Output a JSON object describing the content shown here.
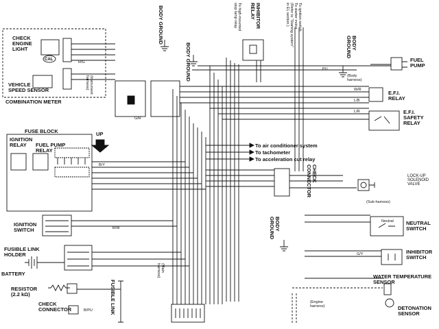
{
  "labels": {
    "check_engine_light": "CHECK\nENGINE\nLIGHT",
    "cal": "CAL",
    "vehicle_speed_sensor": "VEHICLE\nSPEED SENSOR",
    "combination_meter": "COMBINATION METER",
    "body_ground_1": "BODY GROUND",
    "body_ground_2": "BODY GROUND",
    "instrument_harness": "(Instrument\nharness)",
    "stop_lamp_relay": "To high-mounted\nstop lamp relay",
    "inhibitor_relay": "INHIBITOR\nRELAY",
    "ignition_switch_note": "To ignition switch\nTo starter motor\n(Refer to \"Starting system\"\nin EL section.)",
    "body_ground_3": "BODY\nGROUND",
    "body_harness": "(Body\nharness)",
    "fuel_pump": "FUEL\nPUMP",
    "efi_relay": "E.F.I.\nRELAY",
    "efi_safety_relay": "E.F.I.\nSAFETY\nRELAY",
    "fuse_block": "FUSE BLOCK",
    "ignition_relay": "IGNITION\nRELAY",
    "fuel_pump_relay": "FUEL PUMP\nRELAY",
    "up": "UP",
    "to_air_conditioner": "To air conditioner system",
    "to_tachometer": "To tachometer",
    "to_acceleration_cut": "To acceleration cut relay",
    "check_connector_vertical": "CHECK\nCONNECTOR",
    "lockup_solenoid": "LOCK-UP\nSOLENOID\nVALVE",
    "sub_harness": "(Sub-harness)",
    "ignition_switch": "IGNITION\nSWITCH",
    "body_ground_4": "BODY\nGROUND",
    "neutral": "Neutral",
    "neutral_switch": "NEUTRAL\nSWITCH",
    "fusible_link_holder": "FUSIBLE LINK\nHOLDER",
    "battery": "BATTERY",
    "inhibitor_switch": "INHIBITOR\nSWITCH",
    "main_harness": "(Main\nharness)",
    "water_temperature_sensor": "WATER TEMPERATURE\nSENSOR",
    "resistor": "RESISTOR\n(2.2 kΩ)",
    "check_connector": "CHECK\nCONNECTOR",
    "fusible_link": "FUSIBLE LINK",
    "engine_harness": "(Engine\nharness)",
    "detonation_sensor": "DETONATION\nSENSOR"
  },
  "wire_codes": {
    "rg": "R/G",
    "gr": "G/R",
    "pu": "PU",
    "wr": "W/R",
    "lb": "L/B",
    "lr": "L/R",
    "by": "B/Y",
    "bw": "B/W",
    "gy": "G/Y",
    "bpu": "B/PU"
  }
}
